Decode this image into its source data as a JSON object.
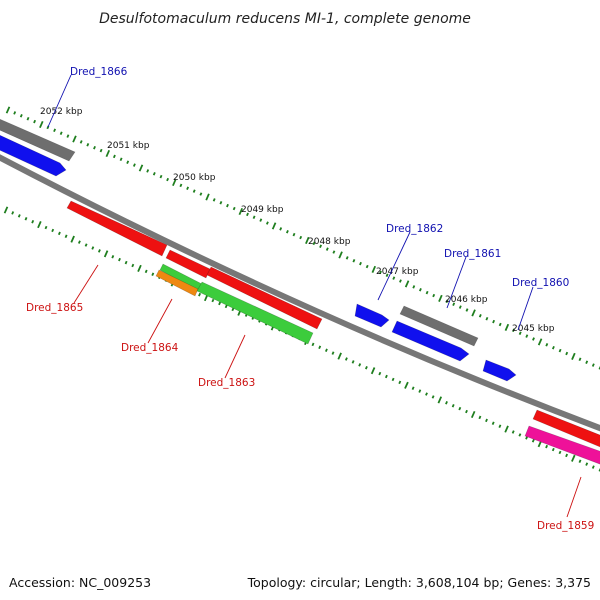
{
  "title": "Desulfotomaculum reducens MI-1, complete genome",
  "footer": {
    "accession": "Accession: NC_009253",
    "summary": "Topology: circular; Length: 3,608,104 bp; Genes: 3,375"
  },
  "colors": {
    "backbone": "#777777",
    "tick": "#1e7e1e",
    "label_forward": "#1010b0",
    "label_reverse": "#cc1111",
    "gene_gray": "#6e6e6e",
    "gene_blue": "#1010ee",
    "gene_red": "#ee1111",
    "gene_green": "#3ccc3c",
    "gene_orange": "#ee8811",
    "gene_pink": "#ee1199"
  },
  "scale_labels": [
    "2052 kbp",
    "2051 kbp",
    "2050 kbp",
    "2049 kbp",
    "2048 kbp",
    "2047 kbp",
    "2046 kbp",
    "2045 kbp"
  ],
  "gene_labels": {
    "forward": [
      "Dred_1866",
      "Dred_1862",
      "Dred_1861",
      "Dred_1860"
    ],
    "reverse": [
      "Dred_1865",
      "Dred_1864",
      "Dred_1863",
      "Dred_1859"
    ]
  },
  "features": [
    {
      "name": "gene-dred-1866-gray",
      "color": "gene_gray"
    },
    {
      "name": "gene-dred-1866-blue",
      "color": "gene_blue"
    },
    {
      "name": "gene-dred-1865-red",
      "color": "gene_red"
    },
    {
      "name": "gene-dred-1864-red",
      "color": "gene_red"
    },
    {
      "name": "gene-dred-1864-green",
      "color": "gene_green"
    },
    {
      "name": "gene-dred-1864-orange",
      "color": "gene_orange"
    },
    {
      "name": "gene-dred-1863-red",
      "color": "gene_red"
    },
    {
      "name": "gene-dred-1863-green",
      "color": "gene_green"
    },
    {
      "name": "gene-dred-1862-blue",
      "color": "gene_blue"
    },
    {
      "name": "gene-dred-1861-gray",
      "color": "gene_gray"
    },
    {
      "name": "gene-dred-1861-blue",
      "color": "gene_blue"
    },
    {
      "name": "gene-dred-1860-blue",
      "color": "gene_blue"
    },
    {
      "name": "gene-dred-1859-red",
      "color": "gene_red"
    },
    {
      "name": "gene-dred-1859-pink",
      "color": "gene_pink"
    }
  ]
}
